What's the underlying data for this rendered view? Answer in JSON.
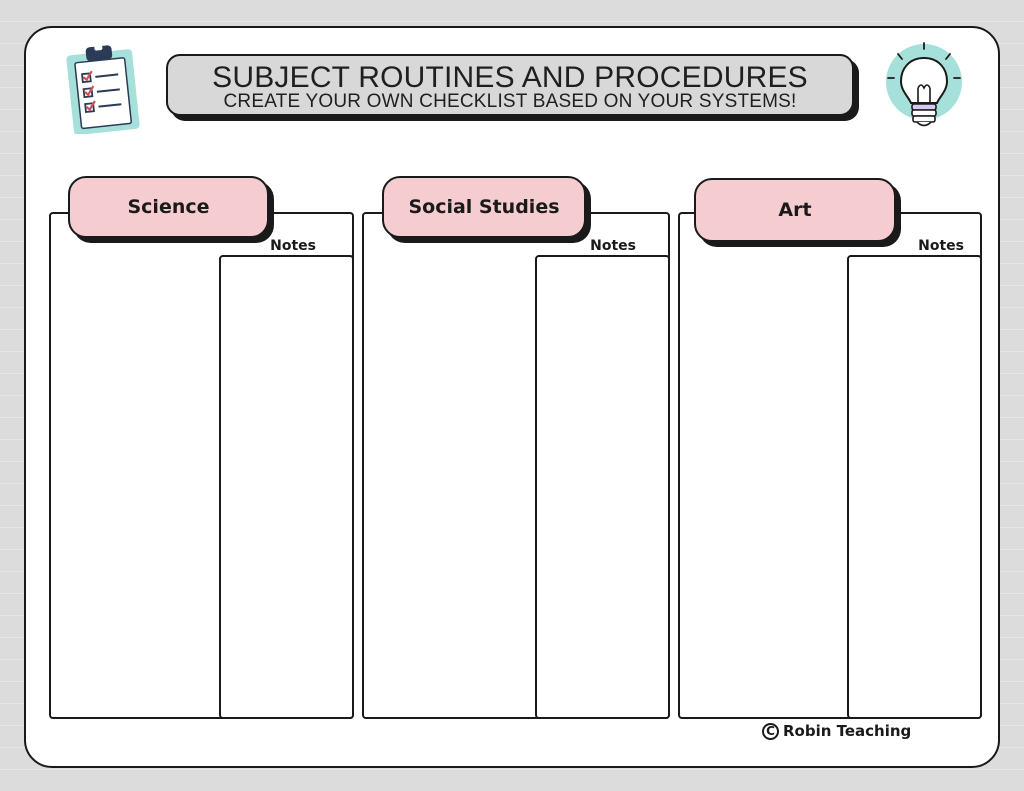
{
  "header": {
    "title": "SUBJECT ROUTINES AND PROCEDURES",
    "subtitle": "CREATE YOUR OWN CHECKLIST BASED ON YOUR SYSTEMS!"
  },
  "subjects": [
    {
      "label": "Science",
      "notes_label": "Notes"
    },
    {
      "label": "Social Studies",
      "notes_label": "Notes"
    },
    {
      "label": "Art",
      "notes_label": "Notes"
    }
  ],
  "footer": {
    "copyright_symbol": "C",
    "credit": "Robin Teaching"
  },
  "icons": {
    "left": "clipboard-checklist-icon",
    "right": "lightbulb-icon"
  },
  "colors": {
    "tab_fill": "#f5cdd0",
    "banner_fill": "#d8d8d8",
    "accent_teal": "#a6e0da",
    "check_red": "#d0505a",
    "outline": "#1a1a1a"
  }
}
